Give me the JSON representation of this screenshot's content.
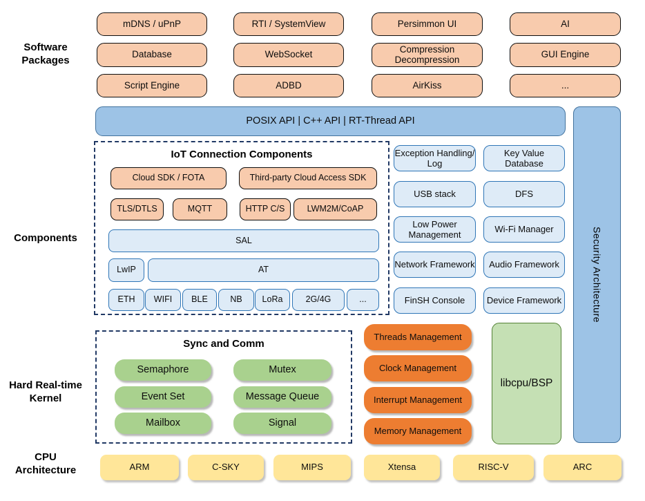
{
  "colors": {
    "package_fill": "#F8CBAD",
    "api_bar_fill": "#9DC3E6",
    "api_bar_border": "#41719C",
    "component_fill": "#DEEBF7",
    "component_border": "#2E75B6",
    "kernel_green": "#A9D18E",
    "management_orange": "#ED7D31",
    "libcpu_green": "#C5E0B4",
    "cpu_yellow": "#FFE699",
    "dashed_border": "#203864"
  },
  "packages": {
    "label": "Software Packages",
    "items": [
      [
        "mDNS / uPnP",
        "RTI / SystemView",
        "Persimmon UI",
        "AI"
      ],
      [
        "Database",
        "WebSocket",
        "Compression Decompression",
        "GUI Engine"
      ],
      [
        "Script Engine",
        "ADBD",
        "AirKiss",
        "..."
      ]
    ]
  },
  "api_bar": {
    "label": "POSIX API | C++ API | RT-Thread API"
  },
  "security": {
    "label": "Security Architecture"
  },
  "components": {
    "label": "Components",
    "iot": {
      "title": "IoT Connection Components",
      "sdk": [
        "Cloud SDK / FOTA",
        "Third-party Cloud Access SDK"
      ],
      "protocols": [
        "TLS/DTLS",
        "MQTT",
        "HTTP C/S",
        "LWM2M/CoAP"
      ],
      "sal": "SAL",
      "lwip": "LwIP",
      "at": "AT",
      "links": [
        "ETH",
        "WIFI",
        "BLE",
        "NB",
        "LoRa",
        "2G/4G",
        "..."
      ]
    },
    "services": [
      [
        "Exception Handling/ Log",
        "Key Value Database"
      ],
      [
        "USB stack",
        "DFS"
      ],
      [
        "Low Power Management",
        "Wi-Fi Manager"
      ],
      [
        "Network Framework",
        "Audio Framework"
      ],
      [
        "FinSH Console",
        "Device Framework"
      ]
    ]
  },
  "kernel": {
    "label": "Hard Real-time Kernel",
    "sync": {
      "title": "Sync and Comm",
      "items": [
        [
          "Semaphore",
          "Mutex"
        ],
        [
          "Event Set",
          "Message Queue"
        ],
        [
          "Mailbox",
          "Signal"
        ]
      ]
    },
    "management": [
      "Threads Management",
      "Clock Management",
      "Interrupt Management",
      "Memory Management"
    ],
    "libcpu": "libcpu/BSP"
  },
  "cpu": {
    "label": "CPU Architecture",
    "items": [
      "ARM",
      "C-SKY",
      "MIPS",
      "Xtensa",
      "RISC-V",
      "ARC"
    ]
  }
}
